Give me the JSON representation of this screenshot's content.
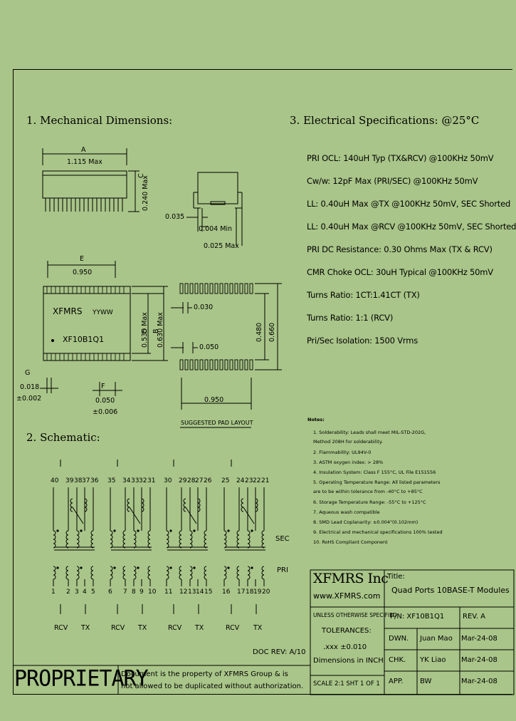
{
  "sections": {
    "mech": "1. Mechanical Dimensions:",
    "elec": "3. Electrical Specifications: @25°C",
    "schem": "2. Schematic:"
  },
  "dims": {
    "a_label": "A",
    "a_value": "1.115 Max",
    "c_label": "C",
    "c_value": "0.240 Max",
    "d035": "0.035",
    "d004": "0.004 Min",
    "d025": "0.025 Max",
    "e_label": "E",
    "e_value": "0.950",
    "d_label": "D",
    "d_value": "0.535 Max",
    "b_label": "B",
    "b_value": "0.630 Max",
    "d030": "0.030",
    "d050a": "0.050",
    "d480": "0.480",
    "d660": "0.660",
    "d950b": "0.950",
    "g_label": "G",
    "g_value1": "0.018",
    "g_value2": "±0.002",
    "f_label": "F",
    "f_value1": "0.050",
    "f_value2": "±0.006",
    "pad_layout": "SUGGESTED PAD LAYOUT",
    "chip_brand": "XFMRS",
    "chip_date": "YYWW",
    "chip_part": "XF10B1Q1"
  },
  "specs": [
    "PRI OCL: 140uH Typ (TX&RCV) @100KHz 50mV",
    "Cw/w: 12pF Max (PRI/SEC) @100KHz 50mV",
    "LL: 0.40uH Max @TX @100KHz 50mV, SEC Shorted",
    "LL: 0.40uH Max @RCV @100KHz 50mV, SEC Shorted",
    "PRI DC Resistance: 0.30 Ohms Max (TX & RCV)",
    "CMR Choke OCL: 30uH Typical @100KHz 50mV",
    "Turns Ratio: 1CT:1.41CT (TX)",
    "Turns Ratio: 1:1 (RCV)",
    "Pri/Sec Isolation: 1500 Vrms"
  ],
  "notes": {
    "title": "Notes:",
    "items": [
      "1. Solderability: Leads shall meet MIL-STD-202G,",
      "   Method 208H for solderability.",
      "2. Flammability: UL94V-0",
      "3. ASTM oxygen index: > 28%",
      "4. Insulation System: Class F 155°C, UL File E151556",
      "5. Operating Temperature Range: All listed parameters",
      "   are to be within tolerance from -40°C to +85°C",
      "6. Storage Temperature Range: -55°C to +125°C",
      "7. Aqueous wash compatible",
      "8. SMD Lead Coplanarity: ±0.004\"(0.102mm)",
      "9. Electrical and mechanical specifications 100% tested",
      "10. RoHS Compliant Component"
    ]
  },
  "schematic": {
    "top_pins": [
      "40",
      "39",
      "38",
      "37",
      "36",
      "35",
      "34",
      "33",
      "32",
      "31",
      "30",
      "29",
      "28",
      "27",
      "26",
      "25",
      "24",
      "23",
      "22",
      "21"
    ],
    "bottom_pins": [
      "1",
      "2",
      "3",
      "4",
      "5",
      "6",
      "7",
      "8",
      "9",
      "10",
      "11",
      "12",
      "13",
      "14",
      "15",
      "16",
      "17",
      "18",
      "19",
      "20"
    ],
    "sec": "SEC",
    "pri": "PRI",
    "channel_labels": [
      "RCV",
      "TX",
      "RCV",
      "TX",
      "RCV",
      "TX",
      "RCV",
      "TX"
    ]
  },
  "title_block": {
    "company": "XFMRS Inc",
    "website": "www.XFMRS.com",
    "title_label": "Title:",
    "title_value": "Quad Ports 10BASE-T Modules",
    "unless": "UNLESS OTHERWISE SPECIFIED",
    "tolerances": "TOLERANCES:",
    "tol_value": ".xxx ±0.010",
    "dims_in": "Dimensions in INCH",
    "pn": "P/N: XF10B1Q1",
    "rev": "REV. A",
    "dwn_label": "DWN.",
    "dwn_name": "Juan Mao",
    "dwn_date": "Mar-24-08",
    "chk_label": "CHK.",
    "chk_name": "YK Liao",
    "chk_date": "Mar-24-08",
    "app_label": "APP.",
    "app_name": "BW",
    "app_date": "Mar-24-08",
    "doc_rev": "DOC REV: A/10",
    "proprietary": "PROPRIETARY",
    "prop_text1": "Document is the property of XFMRS Group & is",
    "prop_text2": "not allowed to be duplicated without authorization.",
    "scale": "SCALE 2:1 SHT 1 OF 1"
  },
  "colors": {
    "background": "#a9c589",
    "ink": "#000000"
  }
}
